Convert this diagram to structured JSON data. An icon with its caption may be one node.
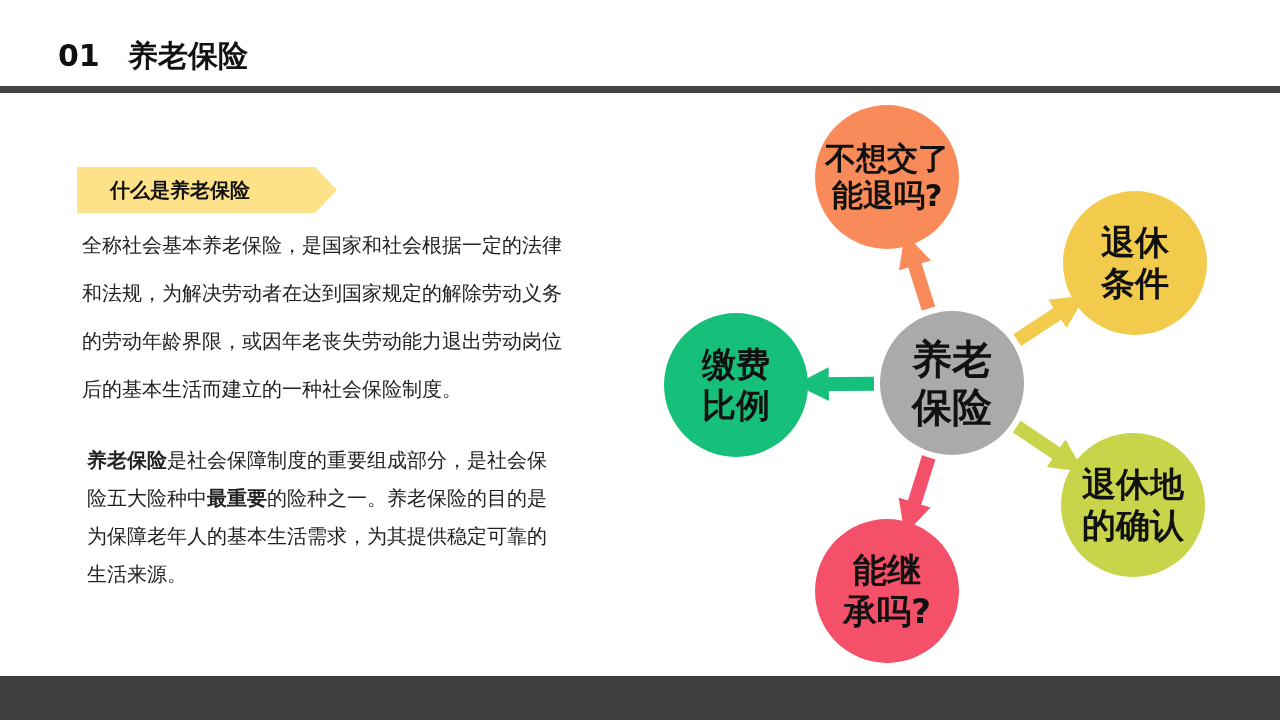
{
  "diagram": {
    "title": "01 养老保险",
    "nodes": [
      {
        "text": [
          "什么是养老保险"
        ]
      },
      {
        "text": [
          "养老保险"
        ]
      },
      {
        "text": [
          "不想交了能退吗?"
        ]
      },
      {
        "text": [
          "退休条件"
        ]
      },
      {
        "text": [
          "退休地的确认"
        ]
      },
      {
        "text": [
          "能继承吗?"
        ]
      },
      {
        "text": [
          "缴费比例"
        ]
      }
    ],
    "edges": [
      {
        "from": 1,
        "to": 2,
        "arrow": "to",
        "color": "#f98b5a"
      },
      {
        "from": 1,
        "to": 3,
        "arrow": "to",
        "color": "#f2cb4c"
      },
      {
        "from": 1,
        "to": 4,
        "arrow": "to",
        "color": "#c8d44a"
      },
      {
        "from": 1,
        "to": 5,
        "arrow": "to",
        "color": "#f5506a"
      },
      {
        "from": 1,
        "to": 6,
        "arrow": "to",
        "color": "#16c07a"
      }
    ],
    "labels": [
      "全称社会基本养老保险，是国家和社会根据一定的法律和法规，为解决劳动者在达到国家规定的解除劳动义务的劳动年龄界限，或因年老丧失劳动能力退出劳动岗位后的基本生活而建立的一种社会保险制度。",
      "**养老保险**是社会保障制度的重要组成部分，是社会保险五大险种中**最重要**的险种之一。养老保险的目的是为保障老年人的基本生活需求，为其提供稳定可靠的生活来源。"
    ]
  }
}
